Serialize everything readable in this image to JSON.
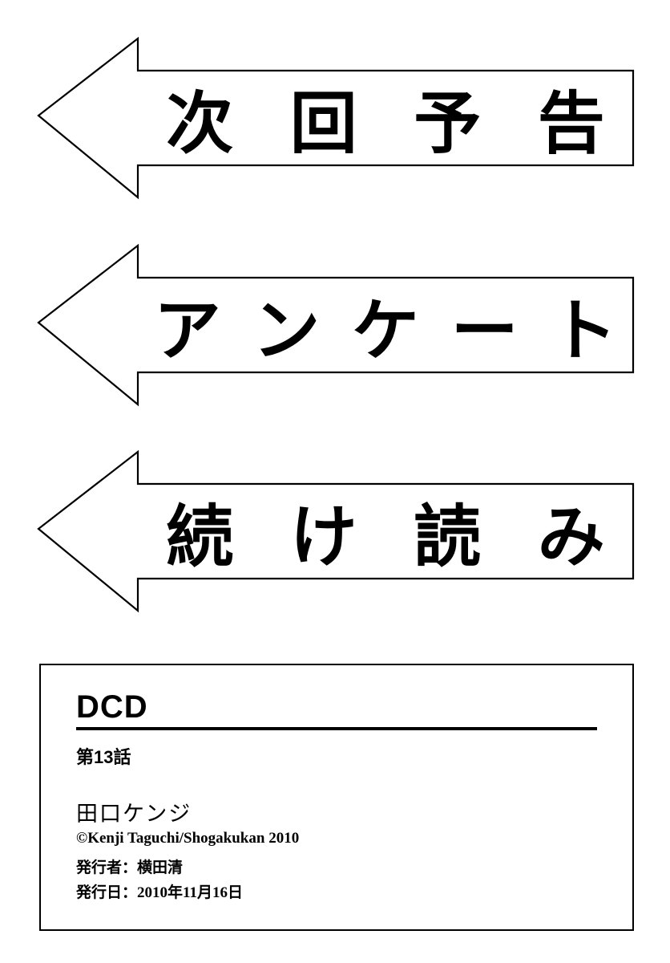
{
  "arrows": [
    {
      "chars": [
        "次",
        "回",
        "予",
        "告"
      ]
    },
    {
      "chars": [
        "ア",
        "ン",
        "ケ",
        "ー",
        "ト"
      ]
    },
    {
      "chars": [
        "続",
        "け",
        "読",
        "み"
      ]
    }
  ],
  "colophon": {
    "series_title": "DCD",
    "chapter": "第13話",
    "author": "田口ケンジ",
    "copyright": "©Kenji Taguchi/Shogakukan 2010",
    "publisher": "発行者：横田清",
    "issue_date": "発行日：2010年11月16日"
  }
}
